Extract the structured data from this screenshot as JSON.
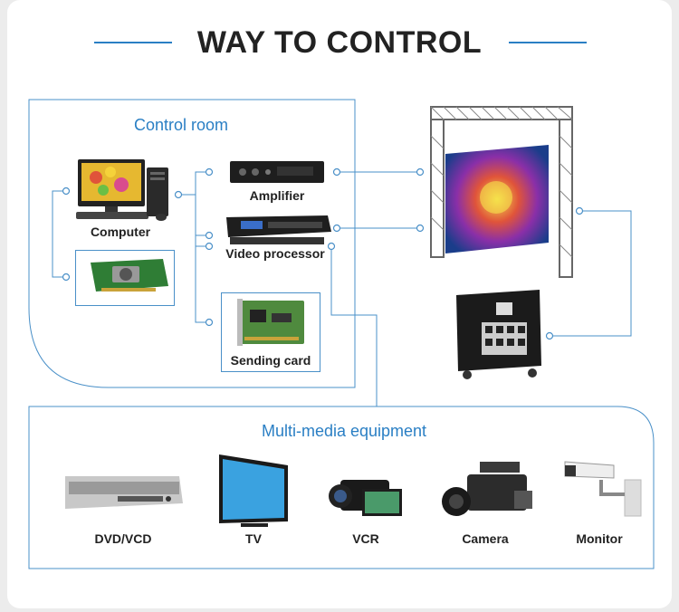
{
  "title": "WAY TO CONTROL",
  "control_room": {
    "heading": "Control room",
    "computer": "Computer",
    "amplifier": "Amplifier",
    "video_processor": "Video processor",
    "sending_card": "Sending card"
  },
  "multimedia": {
    "heading": "Multi-media equipment",
    "items": [
      "DVD/VCD",
      "TV",
      "VCR",
      "Camera",
      "Monitor"
    ]
  },
  "colors": {
    "accent": "#2a7fc4",
    "line": "#4a90c8"
  }
}
